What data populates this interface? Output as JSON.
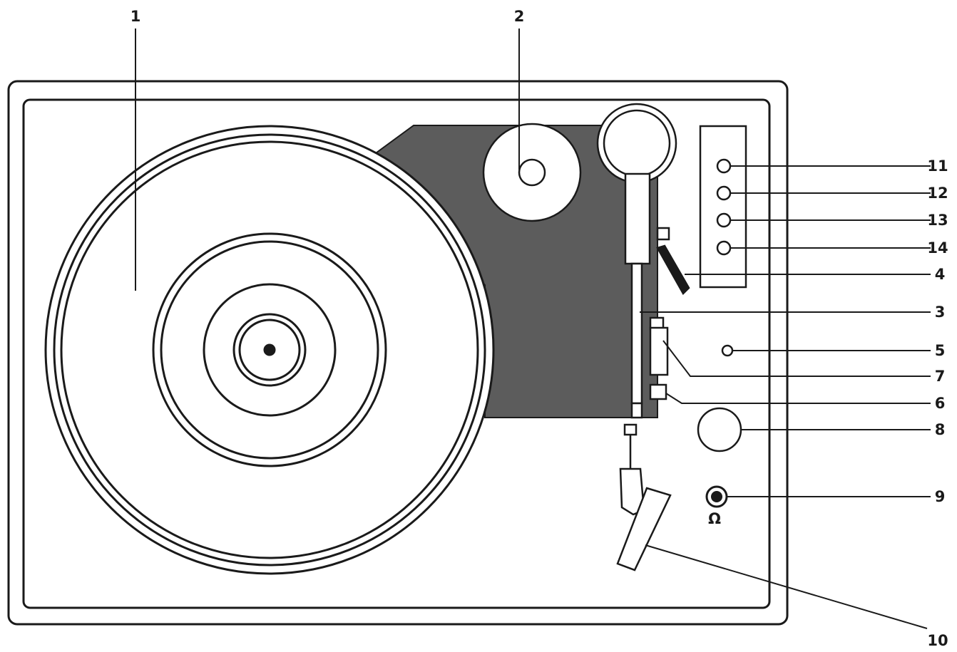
{
  "colors": {
    "stroke": "#1a1a1a",
    "panel": "#5c5c5c",
    "background": "#ffffff"
  },
  "callouts": [
    {
      "id": "c1",
      "label": "1"
    },
    {
      "id": "c2",
      "label": "2"
    },
    {
      "id": "c3",
      "label": "3"
    },
    {
      "id": "c4",
      "label": "4"
    },
    {
      "id": "c5",
      "label": "5"
    },
    {
      "id": "c6",
      "label": "6"
    },
    {
      "id": "c7",
      "label": "7"
    },
    {
      "id": "c8",
      "label": "8"
    },
    {
      "id": "c9",
      "label": "9"
    },
    {
      "id": "c10",
      "label": "10"
    },
    {
      "id": "c11",
      "label": "11"
    },
    {
      "id": "c12",
      "label": "12"
    },
    {
      "id": "c13",
      "label": "13"
    },
    {
      "id": "c14",
      "label": "14"
    }
  ],
  "headphone_symbol": "Ω",
  "icons": {
    "headphone": "headphone-icon",
    "platter": "platter-icon",
    "tonearm": "tonearm-icon",
    "speaker": "speaker-icon"
  }
}
